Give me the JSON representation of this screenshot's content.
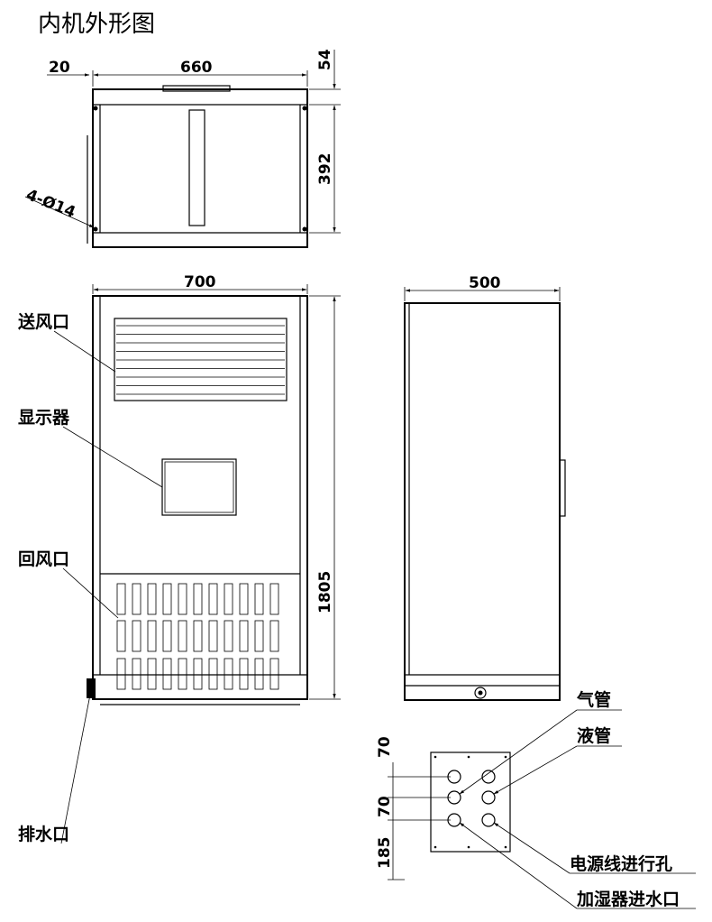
{
  "title": "内机外形图",
  "dimensions": {
    "top_offset": "20",
    "top_width": "660",
    "top_depth_edge": "54",
    "top_hole_span": "392",
    "hole_spec": "4-Ø14",
    "front_width": "700",
    "height": "1805",
    "side_depth": "500",
    "pipe_spacing_1": "70",
    "pipe_spacing_2": "70",
    "pipe_bottom": "185"
  },
  "labels": {
    "supply_air": "送风口",
    "display": "显示器",
    "return_air": "回风口",
    "drain": "排水口",
    "gas_pipe": "气管",
    "liquid_pipe": "液管",
    "power_inlet": "电源线进行孔",
    "humidifier_inlet": "加湿器进水口"
  }
}
